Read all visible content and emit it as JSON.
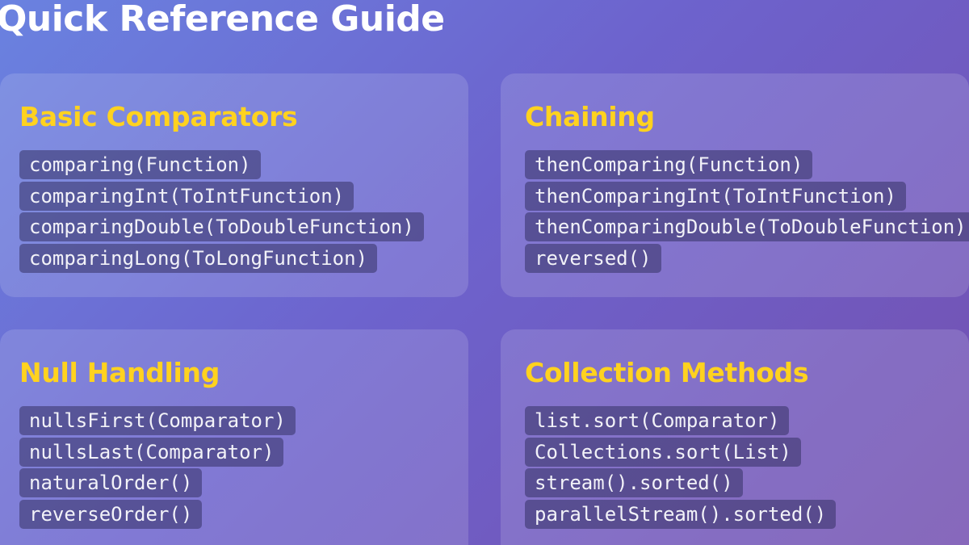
{
  "page_title": "Quick Reference Guide",
  "sections": [
    {
      "title": "Basic Comparators",
      "items": [
        "comparing(Function)",
        "comparingInt(ToIntFunction)",
        "comparingDouble(ToDoubleFunction)",
        "comparingLong(ToLongFunction)"
      ]
    },
    {
      "title": "Chaining",
      "items": [
        "thenComparing(Function)",
        "thenComparingInt(ToIntFunction)",
        "thenComparingDouble(ToDoubleFunction)",
        "reversed()"
      ]
    },
    {
      "title": "Null Handling",
      "items": [
        "nullsFirst(Comparator)",
        "nullsLast(Comparator)",
        "naturalOrder()",
        "reverseOrder()"
      ]
    },
    {
      "title": "Collection Methods",
      "items": [
        "list.sort(Comparator)",
        "Collections.sort(List)",
        "stream().sorted()",
        "parallelStream().sorted()"
      ]
    }
  ],
  "colors": {
    "heading_accent": "#ffd21f",
    "background_start": "#6a82e0",
    "background_end": "#7450b0"
  }
}
